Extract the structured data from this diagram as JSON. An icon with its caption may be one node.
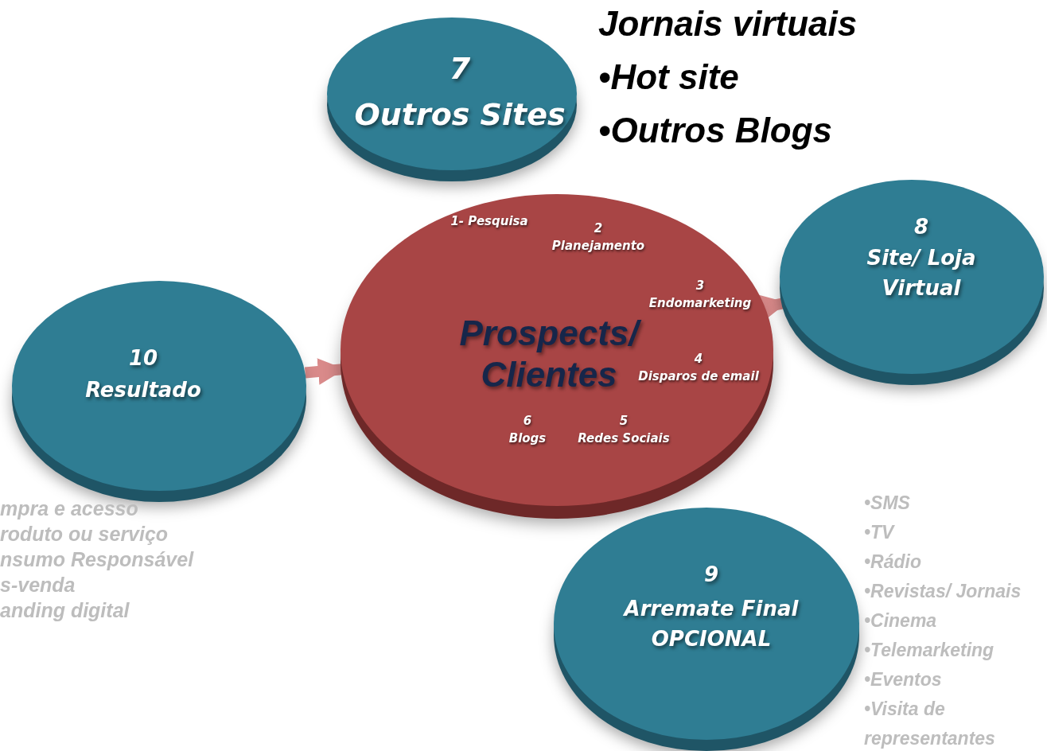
{
  "diagram": {
    "nodes": [
      {
        "text": [
          "7",
          "Outros Sites"
        ],
        "beside": [
          "Jornais virtuais",
          "•Hot site",
          "•Outros Blogs"
        ]
      },
      {
        "text": [
          "Prospects/ Clientes",
          "1- Pesquisa",
          "2 Planejamento",
          "3 Endomarketing",
          "4 Disparos de email",
          "6 Blogs",
          "5 Redes Sociais"
        ]
      },
      {
        "text": [
          "8",
          "Site/ Loja Virtual"
        ]
      },
      {
        "text": [
          "10",
          "Resultado"
        ],
        "beside": [
          "mpra  e acesso",
          "roduto ou serviço",
          "nsumo Responsável",
          "s-venda",
          "anding digital"
        ]
      },
      {
        "text": [
          "9",
          "Arremate Final OPCIONAL"
        ],
        "beside": [
          "•SMS",
          "•TV",
          "•Rádio",
          "•Revistas/ Jornais",
          "•Cinema",
          "•Telemarketing",
          "•Eventos",
          "•Visita de representantes"
        ]
      }
    ],
    "edges": [
      {
        "from": 3,
        "to": 1,
        "arrow": "to"
      },
      {
        "from": 1,
        "to": 2,
        "arrow": "to"
      }
    ]
  }
}
